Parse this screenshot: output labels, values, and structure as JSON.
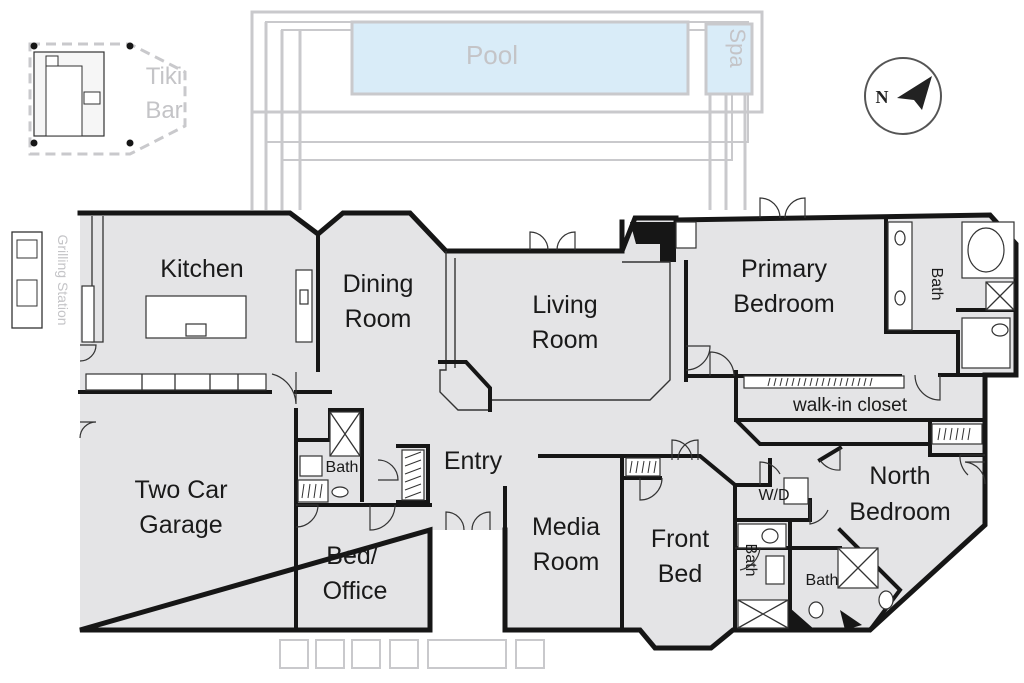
{
  "rooms": {
    "kitchen": "Kitchen",
    "dining_1": "Dining",
    "dining_2": "Room",
    "living_1": "Living",
    "living_2": "Room",
    "primary_1": "Primary",
    "primary_2": "Bedroom",
    "primary_bath": "Bath",
    "walk_in": "walk-in closet",
    "north_1": "North",
    "north_2": "Bedroom",
    "garage_1": "Two Car",
    "garage_2": "Garage",
    "hall_bath": "Bath",
    "entry": "Entry",
    "wd": "W/D",
    "office_1": "Bed/",
    "office_2": "Office",
    "media_1": "Media",
    "media_2": "Room",
    "front_1": "Front",
    "front_2": "Bed",
    "front_bath": "Bath",
    "north_bath": "Bath"
  },
  "outdoor": {
    "pool": "Pool",
    "spa": "Spa",
    "tiki_1": "Tiki",
    "tiki_2": "Bar",
    "grilling": "Grilling Station"
  },
  "compass": {
    "letter": "N"
  },
  "colors": {
    "floor": "#e4e4e6",
    "wall": "#161616",
    "outdoor": "#c9c9cc",
    "pool": "#d9ecf8"
  }
}
